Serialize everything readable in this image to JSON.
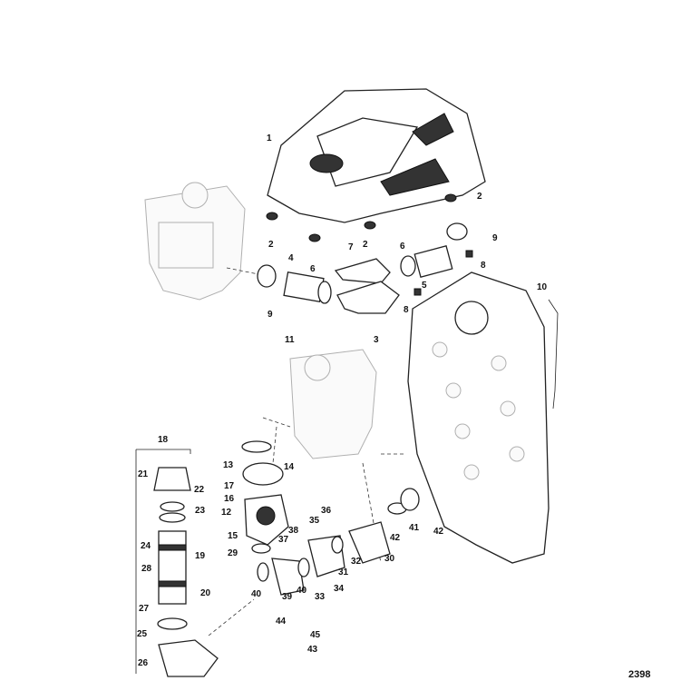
{
  "diagram": {
    "document_number": "2398",
    "callouts": [
      "1",
      "2",
      "2",
      "2",
      "9",
      "8",
      "6",
      "7",
      "4",
      "6",
      "5",
      "9",
      "8",
      "3",
      "10",
      "11",
      "18",
      "21",
      "22",
      "23",
      "24",
      "19",
      "28",
      "27",
      "20",
      "25",
      "26",
      "13",
      "14",
      "17",
      "16",
      "12",
      "15",
      "29",
      "38",
      "37",
      "35",
      "36",
      "31",
      "32",
      "30",
      "42",
      "41",
      "42",
      "39",
      "40",
      "40",
      "33",
      "34",
      "44",
      "45",
      "43"
    ]
  }
}
